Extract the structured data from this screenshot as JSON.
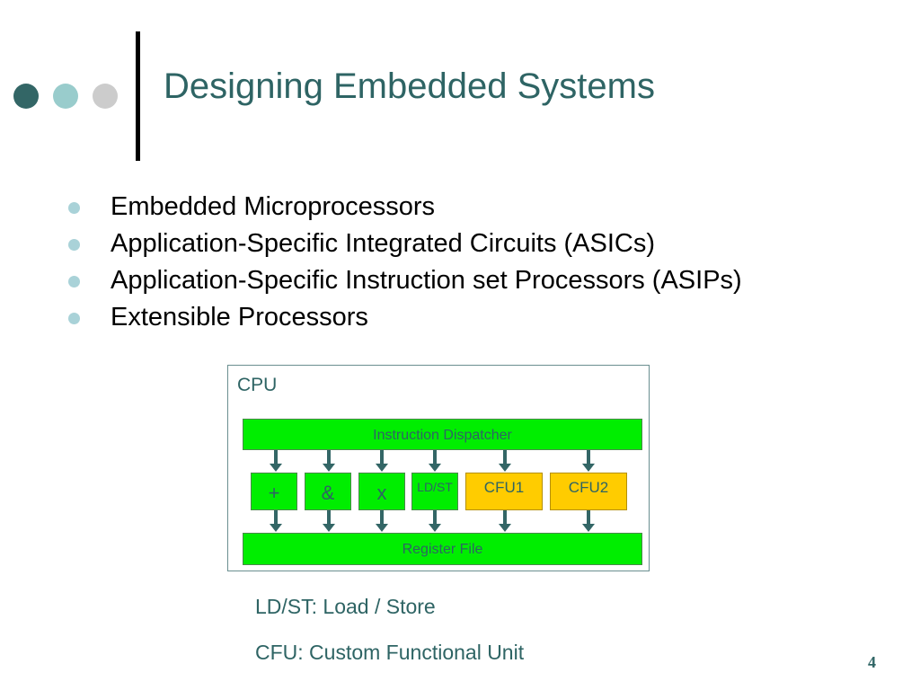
{
  "header": {
    "title": "Designing Embedded Systems",
    "dot_colors": [
      "#336666",
      "#99cccc",
      "#cccccc"
    ]
  },
  "bullets": [
    "Embedded Microprocessors",
    "Application-Specific Integrated Circuits (ASICs)",
    "Application-Specific Instruction set Processors (ASIPs)",
    "Extensible Processors"
  ],
  "diagram": {
    "cpu_label": "CPU",
    "dispatcher_label": "Instruction Dispatcher",
    "register_file_label": "Register File",
    "units": [
      "+",
      "&",
      "x",
      "LD/ST",
      "CFU1",
      "CFU2"
    ]
  },
  "notes": {
    "ldst": "LD/ST: Load / Store",
    "cfu": "CFU: Custom Functional Unit"
  },
  "footer": {
    "page_number": "4"
  },
  "colors": {
    "accent": "#2e6464",
    "unit_green": "#00ee00",
    "custom_unit_yellow": "#ffcc00"
  }
}
